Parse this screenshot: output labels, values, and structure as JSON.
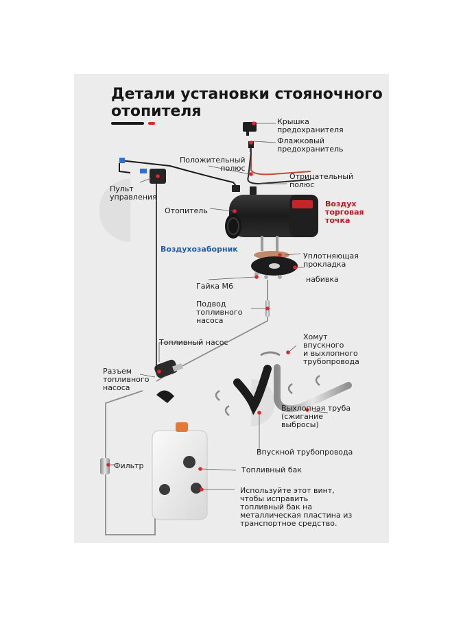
{
  "title": {
    "line1": "Детали установки стояночного",
    "line2": "отопителя"
  },
  "labels": {
    "fuse_cover": "Крышка\nпредохранителя",
    "flag_fuse": "Флажковый\nпредохранитель",
    "positive_pole": "Положительный\nполюс",
    "negative_pole": "Отрицательный\nполюс",
    "control_panel": "Пульт\nуправления",
    "heater": "Отопитель",
    "air_outlet": "Воздух\nторговая\nточка",
    "air_intake": "Воздухозаборник",
    "sealing_gasket": "Уплотняющая\nпрокладка",
    "packing": "набивка",
    "nut_m6": "Гайка М6",
    "fuel_supply": "Подвод\nтопливного\nнасоса",
    "fuel_pump": "Топливный насос",
    "pump_connector": "Разъем\nтопливного\nнасоса",
    "clamp": "Хомут\nвпускного\nи выхлопного\nтрубопровода",
    "exhaust_pipe": "Выхлопная труба\n(сжигание\nвыбросы)",
    "intake_pipe": "Впускной трубопровода",
    "filter": "Фильтр",
    "fuel_tank": "Топливный бак",
    "screw_note": "Используйте этот винт,\nчтобы исправить\nтопливный бак на\nметаллическая пластина из\nтранспортное средство."
  },
  "colors": {
    "marker": "#e3262c",
    "air_outlet_label": "#c4161c",
    "air_intake_label": "#1f5fb0",
    "title_bar_dark": "#1a1a1a",
    "title_bar_red": "#d42a2a"
  }
}
